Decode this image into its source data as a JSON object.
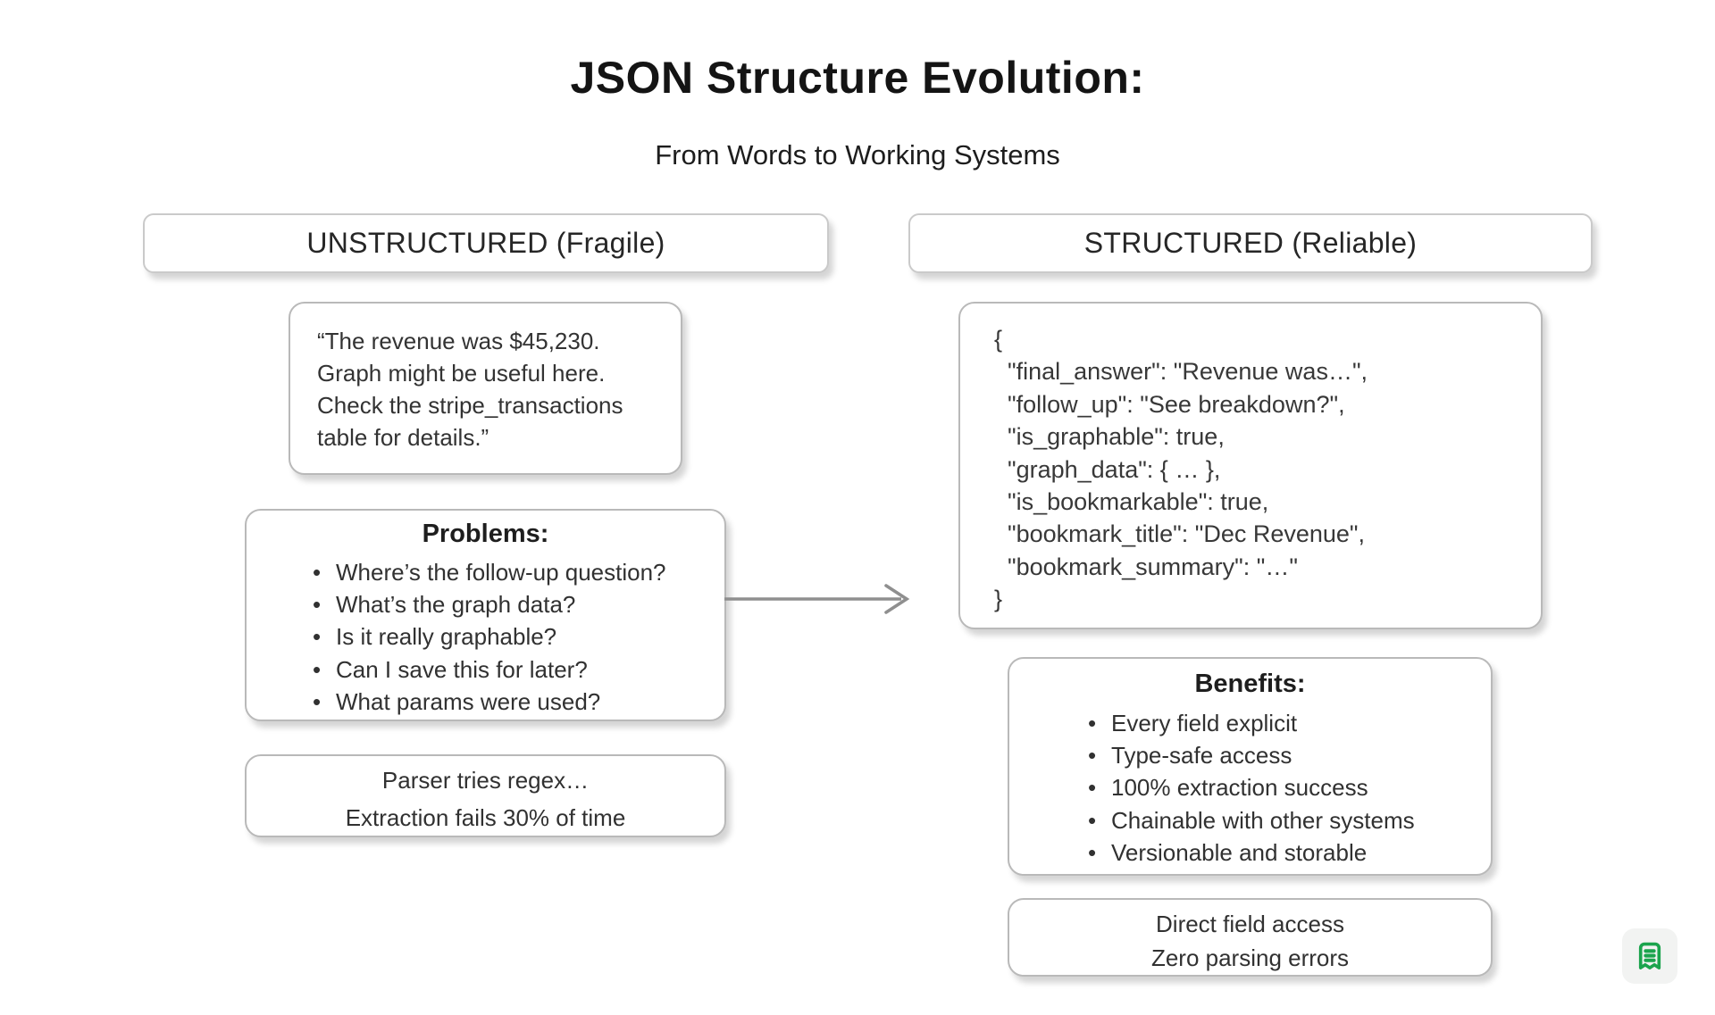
{
  "page": {
    "title": "JSON Structure Evolution:",
    "subtitle": "From Words to Working Systems"
  },
  "glyphs": {
    "bullet": "•"
  },
  "colors": {
    "accent_green": "#1BA44D",
    "arrow_gray": "#8F8F8F",
    "box_border": "#BDBDBD",
    "text_dark": "#1E1E1E"
  },
  "left_column": {
    "header": "UNSTRUCTURED (Fragile)",
    "quote_box": {
      "lines": [
        "“The revenue was $45,230.",
        "Graph might be useful here.",
        "Check the stripe_transactions",
        "table for details.”"
      ]
    },
    "problems_box": {
      "title": "Problems:",
      "items": [
        "Where’s the follow-up question?",
        "What’s the graph data?",
        "Is it really graphable?",
        "Can I save this for later?",
        "What params were used?"
      ]
    },
    "result_box": {
      "lines": [
        "Parser tries regex…",
        "Extraction fails 30% of time"
      ]
    }
  },
  "right_column": {
    "header": "STRUCTURED (Reliable)",
    "code_box": {
      "lines": [
        "{",
        "  \"final_answer\": \"Revenue was…\",",
        "  \"follow_up\": \"See breakdown?\",",
        "  \"is_graphable\": true,",
        "  \"graph_data\": { … },",
        "  \"is_bookmarkable\": true,",
        "  \"bookmark_title\": \"Dec Revenue\",",
        "  \"bookmark_summary\": \"…\"",
        "}"
      ]
    },
    "benefits_box": {
      "title": "Benefits:",
      "items": [
        "Every field explicit",
        "Type-safe access",
        "100% extraction success",
        "Chainable with other systems",
        "Versionable and storable"
      ]
    },
    "result_box": {
      "lines": [
        "Direct field access",
        "Zero parsing errors"
      ]
    }
  },
  "corner_widget": {
    "icon": "receipt-icon"
  }
}
